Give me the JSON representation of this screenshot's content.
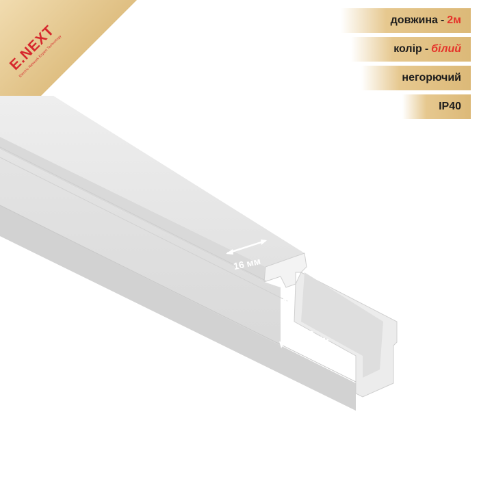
{
  "brand": {
    "name": "E.NEXT",
    "tagline": "Electric Network Expert Technology"
  },
  "features": [
    {
      "label": "довжина",
      "separator": "-",
      "value": "2м"
    },
    {
      "label": "колір",
      "separator": "-",
      "value": "білий"
    },
    {
      "label": "негорючий"
    },
    {
      "label": "IP40"
    }
  ],
  "dimensions": {
    "width": "16 мм",
    "height": "16 мм"
  },
  "colors": {
    "accent": "#e5332a",
    "gold": "#dcb978",
    "duct": "#e6e6e6"
  }
}
